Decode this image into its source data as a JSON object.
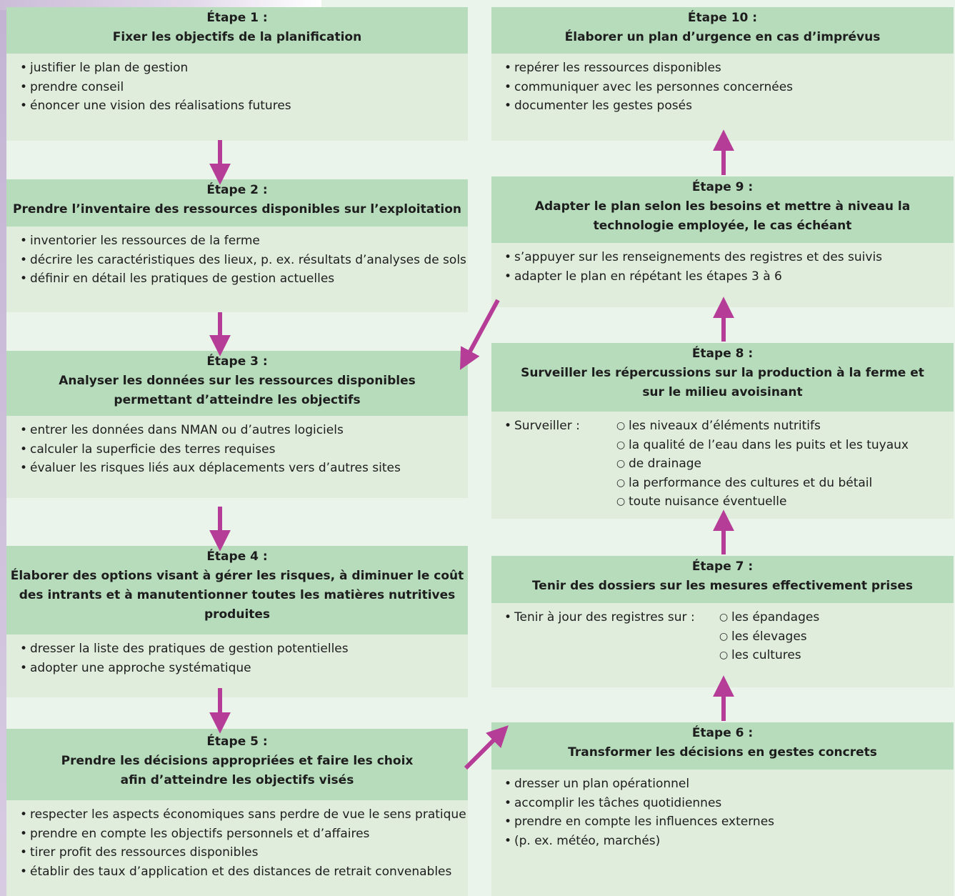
{
  "steps": {
    "s1": {
      "label": "Étape 1 :",
      "title": "Fixer les objectifs de la planification",
      "items": [
        "justifier le plan de gestion",
        "prendre conseil",
        "énoncer une vision des réalisations futures"
      ]
    },
    "s2": {
      "label": "Étape 2 :",
      "title": "Prendre l’inventaire des ressources disponibles sur l’exploitation",
      "items": [
        "inventorier les ressources de la ferme",
        "décrire les caractéristiques des lieux, p. ex. résultats d’analyses de sols",
        "définir en détail les pratiques de gestion actuelles"
      ]
    },
    "s3": {
      "label": "Étape 3 :",
      "title_l1": "Analyser les données sur les ressources disponibles",
      "title_l2": "permettant d’atteindre les objectifs",
      "items": [
        "entrer les données dans NMAN ou d’autres logiciels",
        "calculer la superficie des terres requises",
        "évaluer les risques liés aux déplacements vers d’autres sites"
      ]
    },
    "s4": {
      "label": "Étape 4 :",
      "title_l1": "Élaborer des options visant à gérer les risques, à diminuer le coût",
      "title_l2": "des intrants et à manutentionner toutes les matières nutritives",
      "title_l3": "produites",
      "items": [
        "dresser la liste des pratiques de gestion potentielles",
        "adopter une approche systématique"
      ]
    },
    "s5": {
      "label": "Étape 5 :",
      "title_l1": "Prendre les décisions appropriées et faire les choix",
      "title_l2": "afin d’atteindre les objectifs visés",
      "items": [
        "respecter les aspects économiques sans perdre de vue le sens pratique",
        "prendre en compte les objectifs personnels et d’affaires",
        "tirer profit des ressources disponibles",
        "établir des taux d’application et des distances de retrait convenables"
      ]
    },
    "s6": {
      "label": "Étape 6 :",
      "title": "Transformer les décisions en gestes concrets",
      "items": [
        "dresser un plan opérationnel",
        "accomplir les tâches quotidiennes",
        "prendre en compte les influences externes"
      ],
      "item3_cont": "(p. ex. météo, marchés)"
    },
    "s7": {
      "label": "Étape 7 :",
      "title": "Tenir des dossiers sur les mesures effectivement prises",
      "lead": "Tenir à jour des registres sur :",
      "sub": [
        "les épandages",
        "les élevages",
        "les cultures"
      ]
    },
    "s8": {
      "label": "Étape 8 :",
      "title_l1": "Surveiller les répercussions sur la production à la ferme et",
      "title_l2": "sur le milieu avoisinant",
      "lead": "Surveiller :",
      "sub": [
        "les niveaux d’éléments nutritifs",
        "la qualité de l’eau dans les puits et les tuyaux",
        "de drainage",
        "la performance des cultures et du bétail",
        "toute nuisance éventuelle"
      ]
    },
    "s9": {
      "label": "Étape 9 :",
      "title_l1": "Adapter le plan selon les besoins et mettre à niveau la",
      "title_l2": "technologie employée, le cas échéant",
      "items": [
        "s’appuyer sur les renseignements des registres et des suivis",
        "adapter le plan en répétant les étapes 3 à 6"
      ]
    },
    "s10": {
      "label": "Étape 10 :",
      "title": "Élaborer un plan d’urgence en cas d’imprévus",
      "items": [
        "repérer les ressources disponibles",
        "communiquer avec les personnes concernées",
        "documenter les gestes posés"
      ]
    }
  },
  "colors": {
    "header": "#b7dcbc",
    "body": "#e0eddc",
    "background": "#ebf4ea",
    "arrow": "#b53c97"
  }
}
